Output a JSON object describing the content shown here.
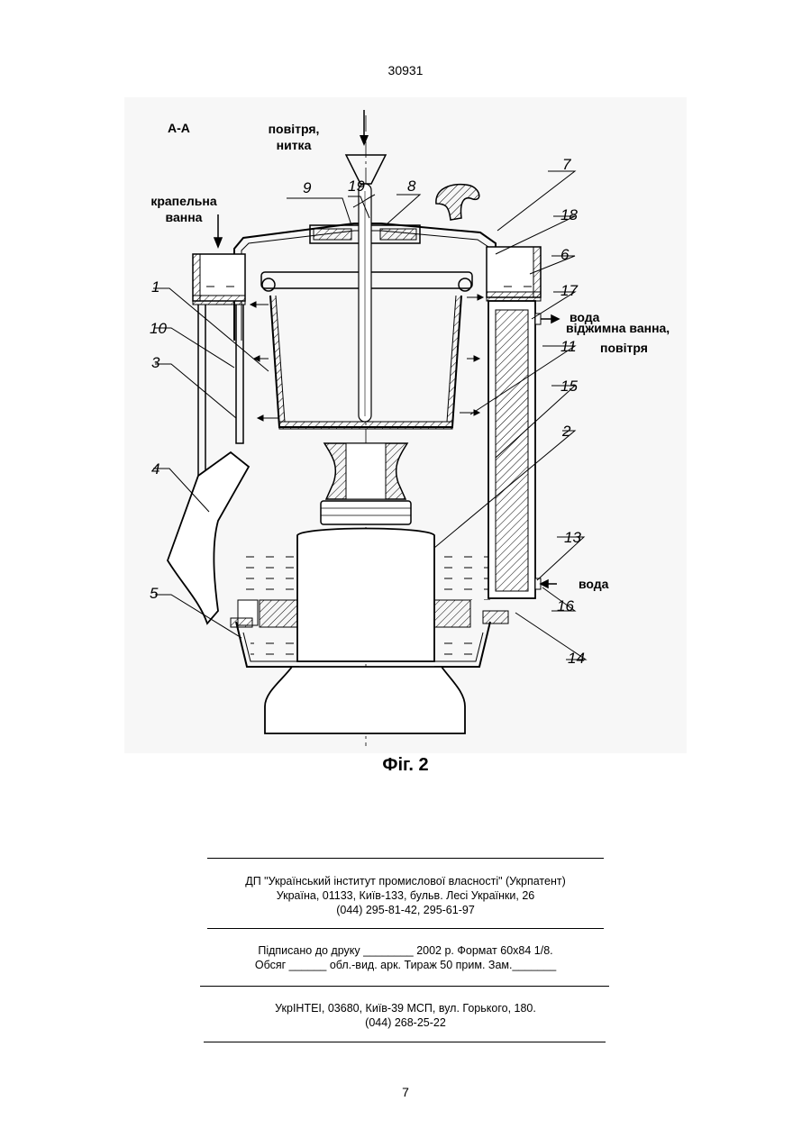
{
  "header": {
    "page_code": "30931"
  },
  "figure": {
    "section_label": "А-А",
    "caption": "Фіг. 2",
    "labels": {
      "air_thread_line1": "повітря,",
      "air_thread_line2": "нитка",
      "drip_bath_line1": "крапельна",
      "drip_bath_line2": "ванна",
      "water_out": "вода",
      "squeeze_bath": "віджимна ванна,",
      "air": "повітря",
      "water_in": "вода"
    },
    "numbers": [
      "1",
      "2",
      "3",
      "4",
      "5",
      "6",
      "7",
      "8",
      "9",
      "10",
      "11",
      "13",
      "14",
      "15",
      "16",
      "17",
      "18",
      "19"
    ]
  },
  "footer": {
    "org_line1": "ДП \"Український інститут промислової власності\" (Укрпатент)",
    "org_line2": "Україна, 01133, Київ-133, бульв. Лесі Українки, 26",
    "org_line3": "(044) 295-81-42, 295-61-97",
    "print_line1": "Підписано до друку ________ 2002 р.    Формат 60х84 1/8.",
    "print_line2": "Обсяг ______ обл.-вид. арк.   Тираж 50 прим.    Зам._______",
    "publisher_line1": "УкрІНТЕІ, 03680, Київ-39 МСП, вул. Горького, 180.",
    "publisher_line2": "(044) 268-25-22"
  },
  "page_number": "7"
}
